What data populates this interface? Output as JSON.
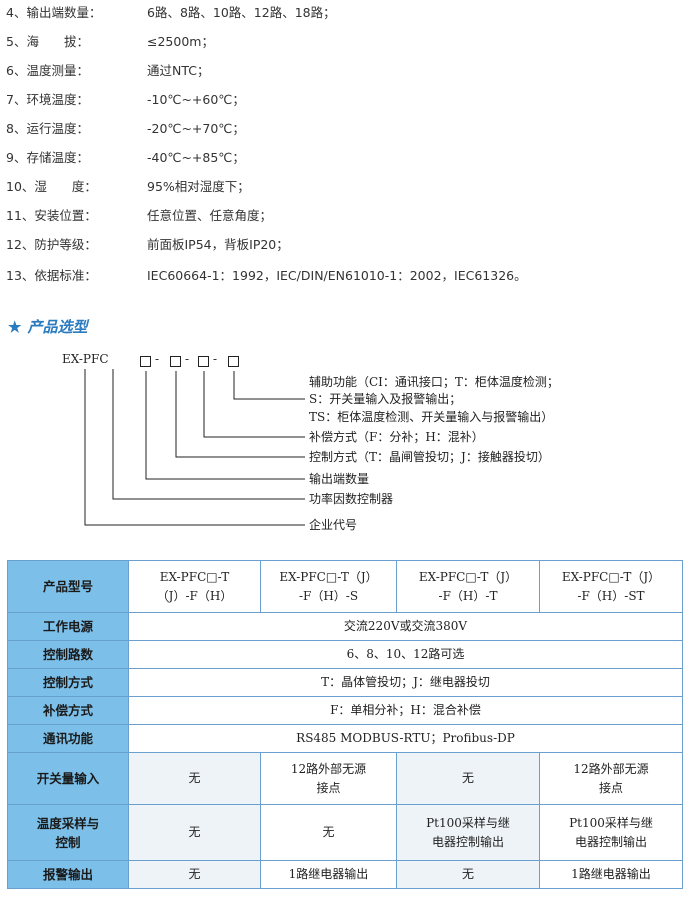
{
  "specs": [
    {
      "num": "4、",
      "label": "输出端数量：",
      "value": "6路、8路、10路、12路、18路；"
    },
    {
      "num": "5、",
      "label": "海　　拔：",
      "value": "≤2500m；"
    },
    {
      "num": "6、",
      "label": "温度测量：",
      "value": "通过NTC；"
    },
    {
      "num": "7、",
      "label": "环境温度：",
      "value": "-10℃~+60℃；"
    },
    {
      "num": "8、",
      "label": "运行温度：",
      "value": "-20℃~+70℃；"
    },
    {
      "num": "9、",
      "label": "存储温度：",
      "value": "-40℃~+85℃；"
    },
    {
      "num": "10、",
      "label": "湿　　度：",
      "value": "95%相对湿度下；"
    },
    {
      "num": "11、",
      "label": "安装位置：",
      "value": "任意位置、任意角度；"
    },
    {
      "num": "12、",
      "label": "防护等级：",
      "value": "前面板IP54，背板IP20；"
    },
    {
      "num": "13、",
      "label": "依据标准：",
      "value": "IEC60664-1：1992，IEC/DIN/EN61010-1：2002，IEC61326。"
    }
  ],
  "section": {
    "star": "★",
    "title": "产品选型"
  },
  "diagram": {
    "code_prefix": "EX-PFC",
    "dash": "-",
    "desc_aux_1": "辅助功能（CI：通讯接口；T：柜体温度检测；",
    "desc_aux_2": "S：开关量输入及报警输出；",
    "desc_aux_3": "TS：柜体温度检测、开关量输入与报警输出）",
    "desc_comp": "补偿方式（F：分补；H：混补）",
    "desc_ctrl": "控制方式（T：晶闸管投切；J：接触器投切）",
    "desc_out": "输出端数量",
    "desc_pfc": "功率因数控制器",
    "desc_company": "企业代号"
  },
  "table": {
    "corner": "产品型号",
    "models": [
      [
        "EX-PFC□-T",
        "（J）-F（H）"
      ],
      [
        "EX-PFC□-T（J）",
        "-F（H）-S"
      ],
      [
        "EX-PFC□-T（J）",
        "-F（H）-T"
      ],
      [
        "EX-PFC□-T（J）",
        "-F（H）-ST"
      ]
    ],
    "power_label": "工作电源",
    "power_value": "交流220V或交流380V",
    "channels_label": "控制路数",
    "channels_value": "6、8、10、12路可选",
    "control_label": "控制方式",
    "control_value": "T：晶体管投切；J：继电器投切",
    "comp_label": "补偿方式",
    "comp_value": "F：单相分补；H：混合补偿",
    "comm_label": "通讯功能",
    "comm_value": "RS485 MODBUS-RTU；Profibus-DP",
    "switch_label": "开关量输入",
    "switch_values": [
      [
        "无"
      ],
      [
        "12路外部无源",
        "接点"
      ],
      [
        "无"
      ],
      [
        "12路外部无源",
        "接点"
      ]
    ],
    "temp_label": [
      "温度采样与",
      "控制"
    ],
    "temp_values": [
      [
        "无"
      ],
      [
        "无"
      ],
      [
        "Pt100采样与继",
        "电器控制输出"
      ],
      [
        "Pt100采样与继",
        "电器控制输出"
      ]
    ],
    "alarm_label": "报警输出",
    "alarm_values": [
      "无",
      "1路继电器输出",
      "无",
      "1路继电器输出"
    ]
  }
}
